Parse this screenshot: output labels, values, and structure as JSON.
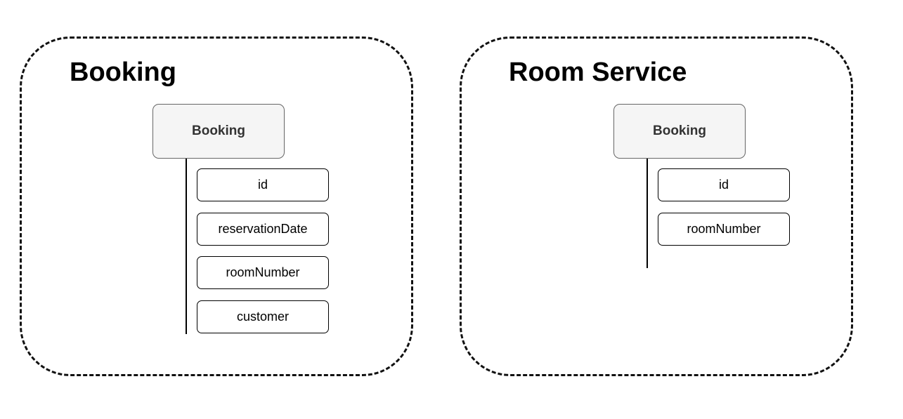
{
  "contexts": [
    {
      "title": "Booking",
      "entity": "Booking",
      "attributes": [
        "id",
        "reservationDate",
        "roomNumber",
        "customer"
      ]
    },
    {
      "title": "Room Service",
      "entity": "Booking",
      "attributes": [
        "id",
        "roomNumber"
      ]
    }
  ],
  "colors": {
    "boundary": "#111111",
    "entity_fill": "#f5f5f5",
    "entity_border": "#666666",
    "entity_text": "#333333",
    "attribute_border": "#000000"
  }
}
